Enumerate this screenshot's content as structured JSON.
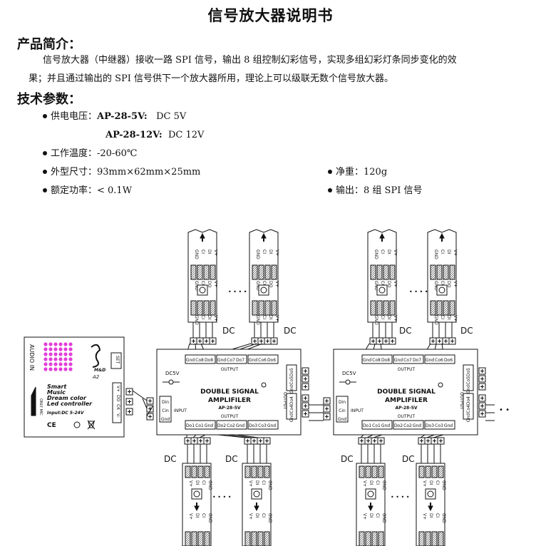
{
  "title": "信号放大器说明书",
  "intro": {
    "heading": "产品简介：",
    "line1": "信号放大器（中继器）接收一路 SPI 信号，输出 8 组控制幻彩信号，实现多组幻彩灯条同步变化的效",
    "line2": "果；并且通过输出的 SPI 信号供下一个放大器所用，理论上可以级联无数个信号放大器。"
  },
  "specs": {
    "heading": "技术参数：",
    "power_label": "供电电压：",
    "power_5v_model": "AP-28-5V:",
    "power_5v_value": "DC 5V",
    "power_12v_model": "AP-28-12V:",
    "power_12v_value": "DC 12V",
    "temp": "工作温度：-20-60℃",
    "size": "外型尺寸：93mm×62mm×25mm",
    "weight": "净重：120g",
    "rated_power": "额定功率：< 0.1W",
    "output": "输出：8 组 SPI 信号"
  },
  "diagram": {
    "controller": {
      "audio": "AUDIO IN",
      "set": "SET",
      "brand": "M&D",
      "model": "A2",
      "line1": "Smart",
      "line2": "Music",
      "line3": "Dream color",
      "line4": "Led controller",
      "input": "Input:DC 5-24V",
      "only_mic": "ONLY MIC",
      "pins": [
        "V+",
        "DO",
        "CK",
        "V-"
      ]
    },
    "amplifier": {
      "title1": "DOUBLE SIGNAL",
      "title2": "AMPLIFILER",
      "model": "AP-28-5V",
      "dc": "DC5V",
      "input": "INPUT",
      "output": "OUTPUT",
      "in_pins": [
        "Din",
        "Cin",
        "Gnd"
      ],
      "top_pins": [
        "Gnd",
        "Co8",
        "Do8",
        "Gnd",
        "Co7",
        "Do7",
        "Gnd",
        "Co6",
        "Do6"
      ],
      "bottom_pins": [
        "Do1",
        "Co1",
        "Gnd",
        "Do2",
        "Co2",
        "Gnd",
        "Do3",
        "Co3",
        "Gnd"
      ],
      "right_top_pins": [
        "Do5",
        "Co5",
        "Gnd"
      ],
      "right_bottom_pins": [
        "Do4",
        "Co4",
        "Gnd"
      ]
    },
    "strip_pins_top": [
      "GND",
      "CI",
      "DI",
      "V+"
    ],
    "strip_pins_bottom": [
      "V+",
      "DI",
      "CI",
      "GND"
    ],
    "strip_pins_out": [
      "GND",
      "CO",
      "DO",
      "V+"
    ],
    "dc": "DC",
    "ellipsis": "• • • •",
    "more": "• •"
  }
}
